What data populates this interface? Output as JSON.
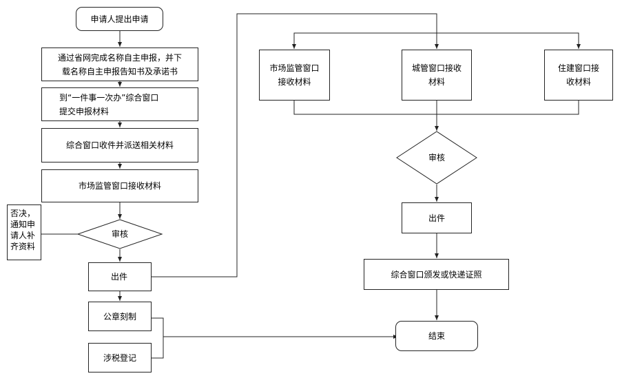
{
  "left_flow": {
    "start": "申请人提出申请",
    "step1": "通过省网完成名称自主申报，并下\n载名称自主申报告知书及承诺书",
    "step2": "到“一件事一次办”综合窗口\n提交申报材料",
    "step3": "综合窗口收件并派送相关材料",
    "step4": "市场监管窗口接收材料",
    "review": "审核",
    "reject_note": "否决，\n通知申\n请人补\n齐资料",
    "issue": "出件",
    "seal": "公章刻制",
    "tax": "涉税登记"
  },
  "right_flow": {
    "market_window": "市场监管窗口\n接收材料",
    "city_window": "城管窗口接收\n材料",
    "housing_window": "住建窗口接\n收材料",
    "review": "审核",
    "issue": "出件",
    "deliver": "综合窗口颁发或快递证照",
    "end": "结束"
  }
}
